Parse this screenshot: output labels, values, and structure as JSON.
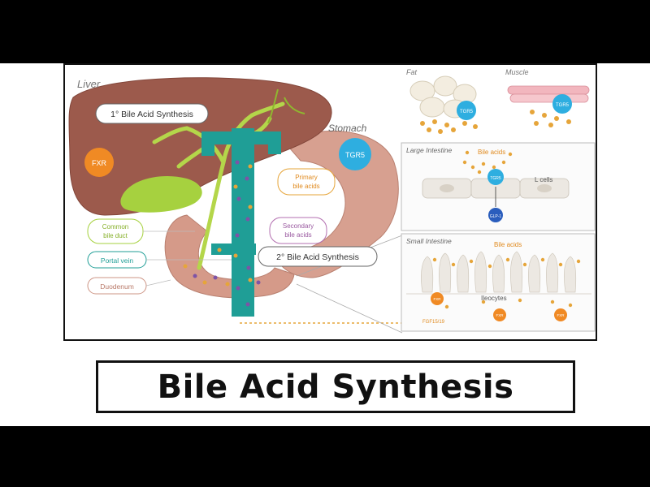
{
  "title": "Bile Acid Synthesis",
  "diagram": {
    "organs": {
      "liver": "Liver",
      "stomach": "Stomach",
      "fat": "Fat",
      "muscle": "Muscle",
      "large_intestine": "Large Intestine",
      "small_intestine": "Small Intestine"
    },
    "callouts": {
      "primary_synthesis": "1° Bile Acid Synthesis",
      "secondary_synthesis": "2° Bile Acid Synthesis",
      "primary_bile_acids": [
        "Primary",
        "bile acids"
      ],
      "secondary_bile_acids": [
        "Secondary",
        "bile acids"
      ],
      "common_bile_duct": [
        "Common",
        "bile duct"
      ],
      "portal_vein": "Portal vein",
      "duodenum": "Duodenum"
    },
    "receptors": {
      "fxr": "FXR",
      "tgr5_stomach": "TGR5",
      "tgr5_fat": "TGR5",
      "tgr5_muscle": "TGR5",
      "tgr5_large": "TGR5",
      "glp1": "GLP-1",
      "fxr_small_1": "FXR",
      "fxr_small_2": "FXR",
      "fxr_small_3": "FXR"
    },
    "panel_labels": {
      "bile_acids_large": "Bile acids",
      "l_cells": "L cells",
      "bile_acids_small": "Bile acids",
      "ileocytes": "Ileocytes",
      "fgf": "FGF15/19"
    },
    "colors": {
      "liver": "#9c5a4c",
      "gallbladder": "#9ccc3c",
      "portal": "#1f9e96",
      "stomach": "#cd9484",
      "fxr": "#f08a24",
      "tgr5": "#2eaee0",
      "bile_acid_dot": "#e6a53a"
    }
  }
}
